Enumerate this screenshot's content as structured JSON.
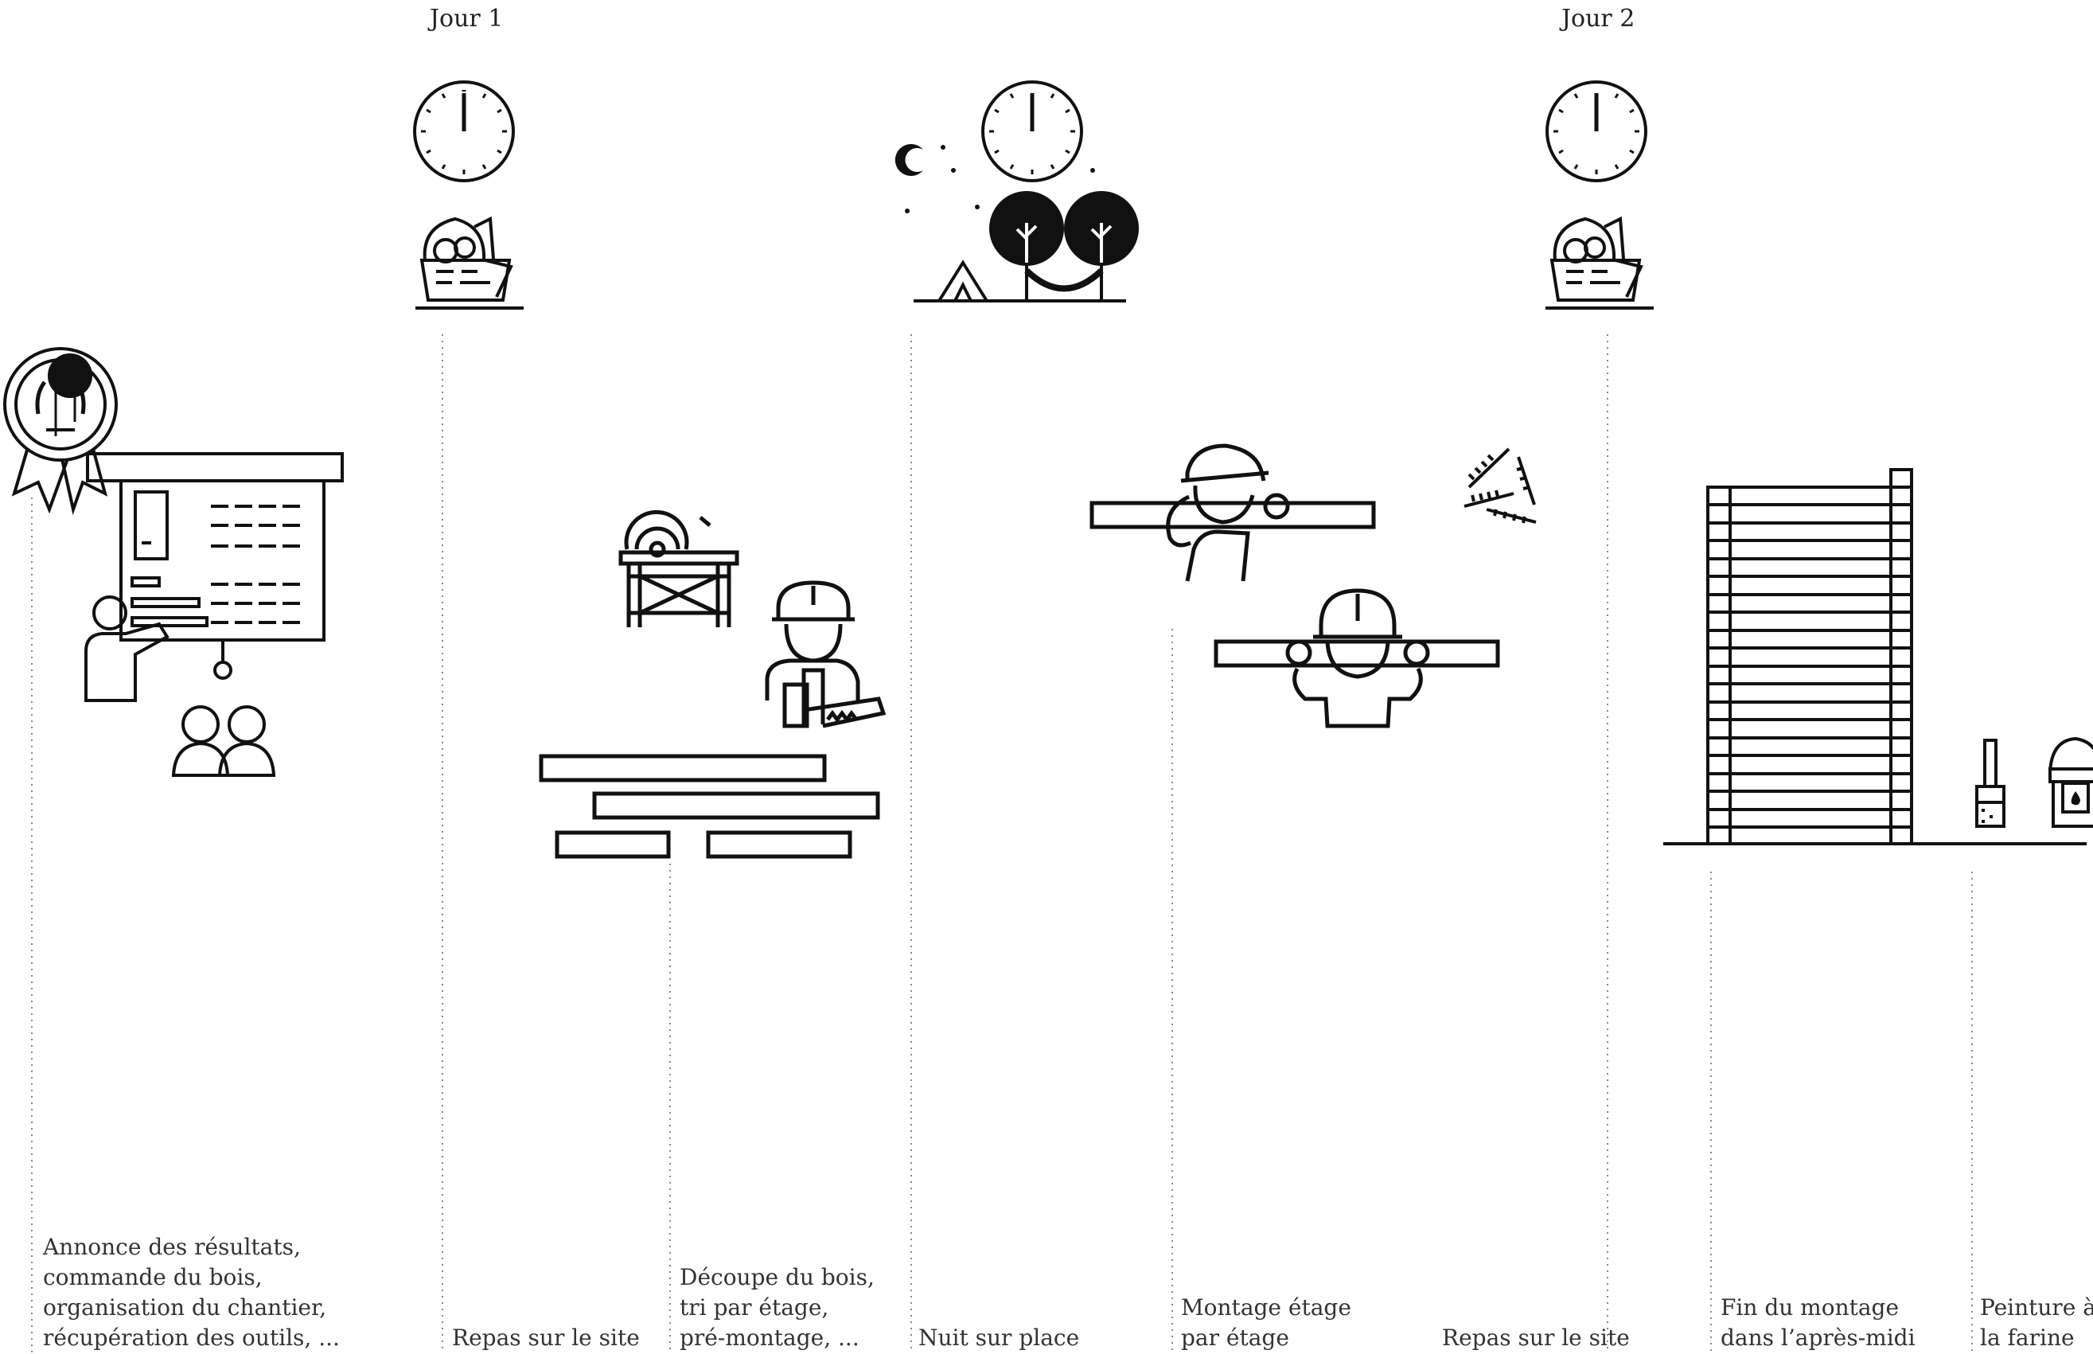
{
  "days": [
    {
      "id": "day1",
      "label": "Jour 1"
    },
    {
      "id": "day2",
      "label": "Jour 2"
    }
  ],
  "steps": [
    {
      "id": "results",
      "lines": [
        "Annonce des résultats,",
        "commande du bois,",
        "organisation du chantier,",
        "récupération des outils, ..."
      ],
      "icon": "presentation-award-icon"
    },
    {
      "id": "meal1",
      "lines": [
        "Repas sur le site"
      ],
      "icon": "picnic-basket-icon"
    },
    {
      "id": "cutting",
      "lines": [
        "Découpe du bois,",
        "tri par étage,",
        "pré-montage, ..."
      ],
      "icon": "carpenter-saw-icon"
    },
    {
      "id": "night",
      "lines": [
        "Nuit sur place"
      ],
      "icon": "night-camp-icon"
    },
    {
      "id": "assembly",
      "lines": [
        "Montage étage",
        "par étage"
      ],
      "icon": "workers-carrying-beams-icon"
    },
    {
      "id": "meal2",
      "lines": [
        "Repas sur le site"
      ],
      "icon": "picnic-basket-icon"
    },
    {
      "id": "finish",
      "lines": [
        "Fin du montage",
        "dans l’après-midi"
      ],
      "icon": "stacked-tower-icon"
    },
    {
      "id": "paint",
      "lines": [
        "Peinture à",
        "la farine"
      ],
      "icon": "paint-bucket-icon"
    }
  ],
  "colors": {
    "ink": "#111111",
    "text": "#333333",
    "guide": "#888888"
  }
}
